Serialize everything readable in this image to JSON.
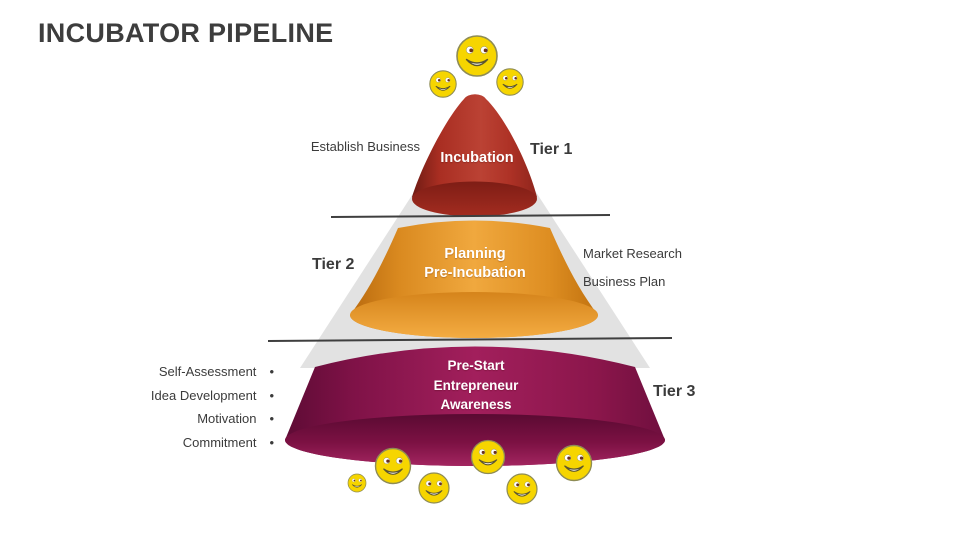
{
  "slide": {
    "title": "INCUBATOR PIPELINE",
    "bullet_char": "•"
  },
  "tiers": [
    {
      "tier_label": "Tier 1",
      "cone_lines": [
        "Incubation"
      ],
      "annotations": [
        "Establish Business"
      ],
      "color": "#B23428"
    },
    {
      "tier_label": "Tier 2",
      "cone_lines": [
        "Planning",
        "Pre-Incubation"
      ],
      "annotations": [
        "Market Research",
        "Business Plan"
      ],
      "color": "#E99A2E"
    },
    {
      "tier_label": "Tier 3",
      "cone_lines": [
        "Pre-Start",
        "Entrepreneur",
        "Awareness"
      ],
      "annotations": [
        "Self-Assessment",
        "Idea Development",
        "Motivation",
        "Commitment"
      ],
      "color": "#971A55"
    }
  ],
  "colors": {
    "silhouette_gray": "#E2E2E2",
    "divider": "#3F3F3F",
    "text": "#3B3B3B",
    "cone_text": "#FFFFFF",
    "smiley_yellow": "#F6D500"
  }
}
